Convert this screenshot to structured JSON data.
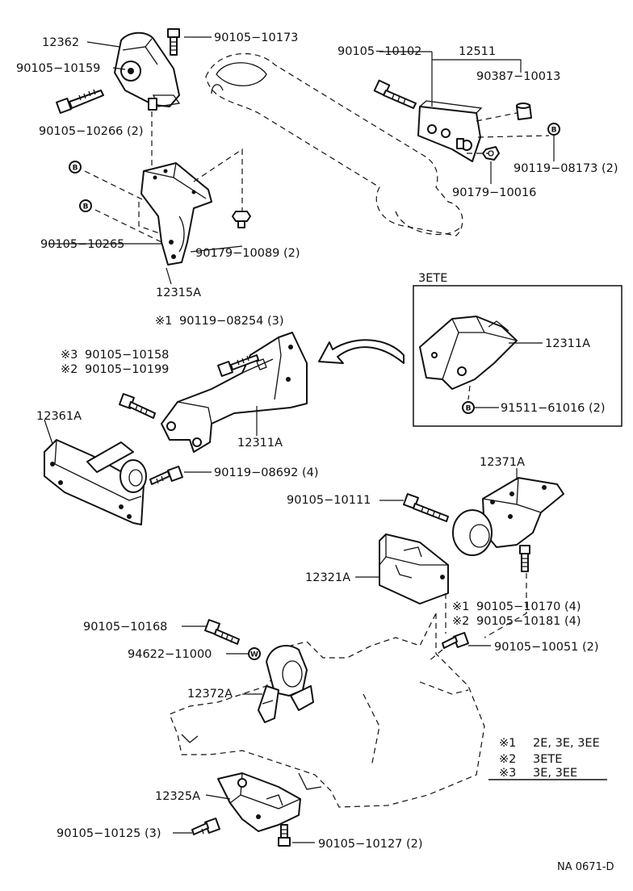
{
  "parts": {
    "p12362": "12362",
    "p90105_10173": "90105−10173",
    "p90105_10159": "90105−10159",
    "p90105_10266": "90105−10266 (2)",
    "p12315A": "12315A",
    "p90105_10265": "90105−10265",
    "p90179_10089": "90179−10089 (2)",
    "p90105_10102": "90105−10102",
    "p12511": "12511",
    "p90387_10013": "90387−10013",
    "p90119_08173": "90119−08173 (2)",
    "p90179_10016": "90179−10016",
    "p90119_08254": "90119−08254 (3)",
    "p90105_10158": "90105−10158",
    "p90105_10199": "90105−10199",
    "p12311A": "12311A",
    "p12311A_box": "12311A",
    "p91511_61016": "91511−61016 (2)",
    "p12361A": "12361A",
    "p90119_08692": "90119−08692 (4)",
    "p12371A": "12371A",
    "p90105_10111": "90105−10111",
    "p12321A": "12321A",
    "p90105_10170": "90105−10170 (4)",
    "p90105_10181": "90105−10181 (4)",
    "p90105_10168": "90105−10168",
    "p94622_11000": "94622−11000",
    "p90105_10051": "90105−10051 (2)",
    "p12372A": "12372A",
    "p12325A": "12325A",
    "p90105_10125": "90105−10125 (3)",
    "p90105_10127": "90105−10127 (2)"
  },
  "marks": {
    "m1": "※1",
    "m2": "※2",
    "m3": "※3",
    "b": "B",
    "w": "W"
  },
  "inset": {
    "label": "3ETE"
  },
  "legend": {
    "row1_mark": "※1",
    "row1_text": "2E, 3E, 3EE",
    "row2_mark": "※2",
    "row2_text": "3ETE",
    "row3_mark": "※3",
    "row3_text": "3E, 3EE"
  },
  "footer": {
    "code": "NA 0671-D"
  }
}
